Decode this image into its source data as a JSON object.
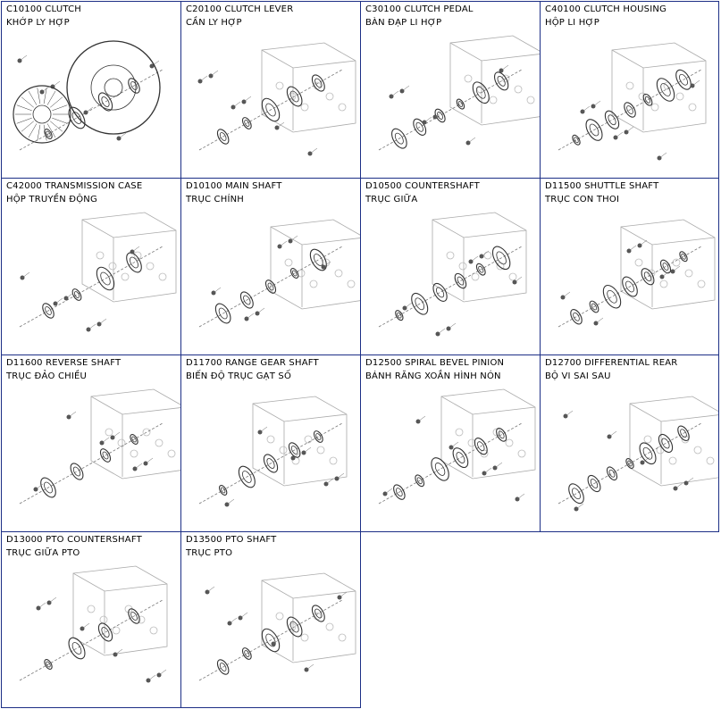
{
  "parts": [
    {
      "code": "C10100 CLUTCH",
      "title": "KHỚP LY HỢP",
      "drawing": "clutch-disc-and-cover-drawing"
    },
    {
      "code": "C20100 CLUTCH LEVER",
      "title": "CẦN LY HỢP",
      "drawing": "clutch-lever-drawing"
    },
    {
      "code": "C30100 CLUTCH PEDAL",
      "title": "BÀN ĐẠP LI HỢP",
      "drawing": "clutch-pedal-drawing"
    },
    {
      "code": "C40100 CLUTCH HOUSING",
      "title": "HỘP LI HỢP",
      "drawing": "clutch-housing-drawing"
    },
    {
      "code": "C42000 TRANSMISSION CASE",
      "title": "HỘP TRUYỀN ĐỘNG",
      "drawing": "transmission-case-drawing"
    },
    {
      "code": "D10100 MAIN SHAFT",
      "title": "TRỤC CHÍNH",
      "drawing": "main-shaft-drawing"
    },
    {
      "code": "D10500 COUNTERSHAFT",
      "title": "TRỤC GIỮA",
      "drawing": "countershaft-drawing"
    },
    {
      "code": "D11500 SHUTTLE SHAFT",
      "title": "TRỤC CON THOI",
      "drawing": "shuttle-shaft-drawing"
    },
    {
      "code": "D11600 REVERSE SHAFT",
      "title": "TRỤC ĐẢO CHIỀU",
      "drawing": "reverse-shaft-drawing"
    },
    {
      "code": "D11700 RANGE GEAR SHAFT",
      "title": "BIẾN ĐỘ TRỤC GẠT SỐ",
      "drawing": "range-gear-shaft-drawing"
    },
    {
      "code": "D12500 SPIRAL BEVEL PINION",
      "title": "BÁNH RĂNG XOẮN HÌNH NÓN",
      "drawing": "spiral-bevel-pinion-drawing"
    },
    {
      "code": "D12700 DIFFERENTIAL REAR",
      "title": "BỘ VI SAI SAU",
      "drawing": "differential-rear-drawing"
    },
    {
      "code": "D13000 PTO COUNTERSHAFT",
      "title": "TRỤC GIỮA PTO",
      "drawing": "pto-countershaft-drawing"
    },
    {
      "code": "D13500 PTO SHAFT",
      "title": "TRỤC PTO",
      "drawing": "pto-shaft-drawing"
    }
  ]
}
